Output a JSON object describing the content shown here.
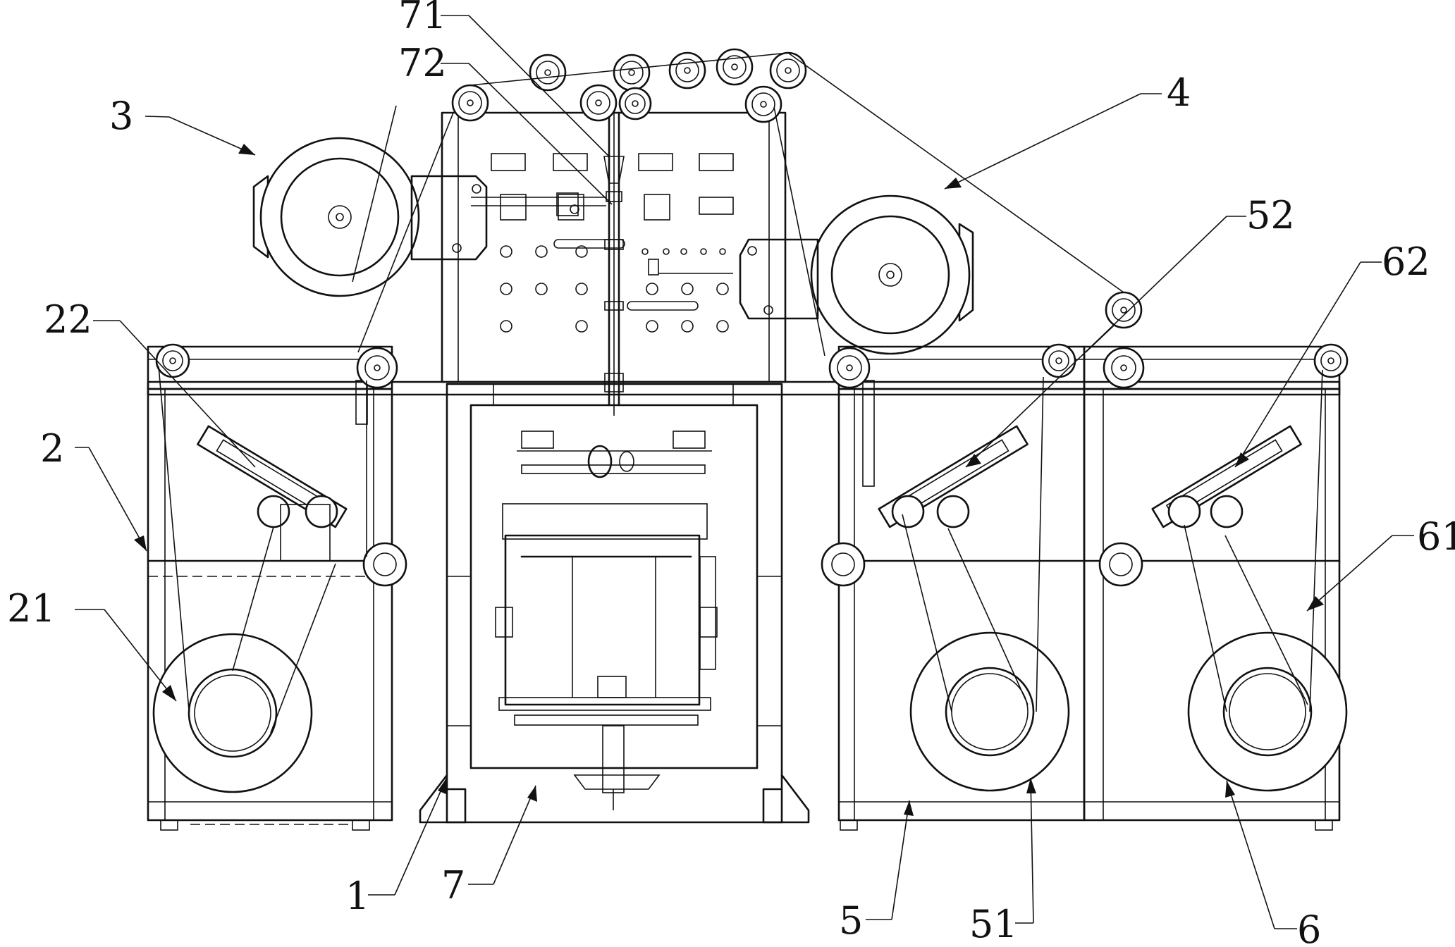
{
  "figure": {
    "callouts": [
      {
        "id": "frame-main",
        "text": "1"
      },
      {
        "id": "unwind-left",
        "text": "2"
      },
      {
        "id": "unwind-left-reel",
        "text": "21"
      },
      {
        "id": "unwind-left-tensioner",
        "text": "22"
      },
      {
        "id": "roll-top-left",
        "text": "3"
      },
      {
        "id": "roll-top-right",
        "text": "4"
      },
      {
        "id": "rewind-mid",
        "text": "5"
      },
      {
        "id": "rewind-mid-reel",
        "text": "51"
      },
      {
        "id": "rewind-mid-tensioner",
        "text": "52"
      },
      {
        "id": "rewind-right",
        "text": "6"
      },
      {
        "id": "rewind-right-reel",
        "text": "61"
      },
      {
        "id": "rewind-right-tensioner",
        "text": "62"
      },
      {
        "id": "drive-unit",
        "text": "7"
      },
      {
        "id": "guide-upper",
        "text": "71"
      },
      {
        "id": "guide-lower",
        "text": "72"
      }
    ]
  }
}
